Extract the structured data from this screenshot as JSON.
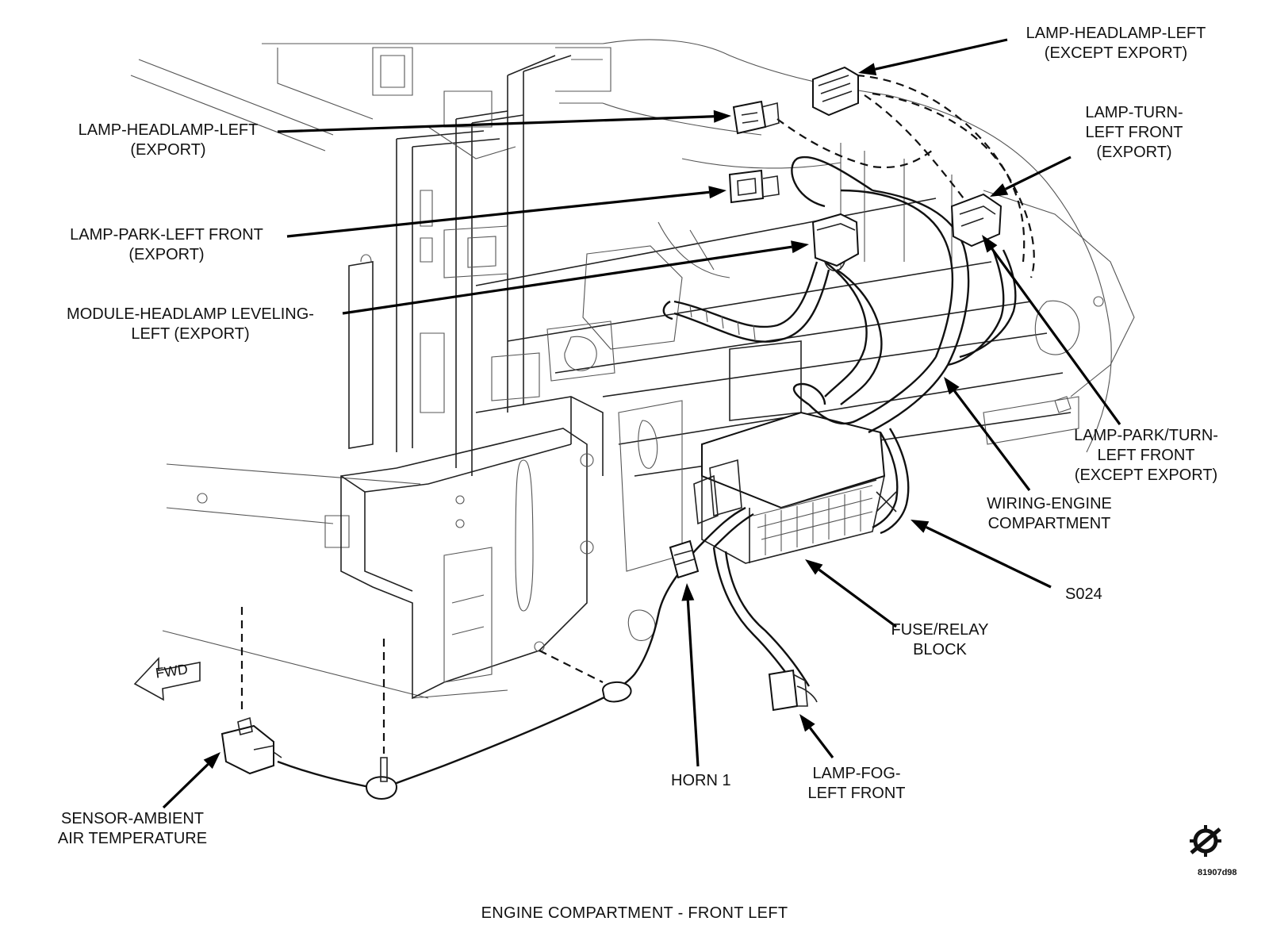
{
  "diagram": {
    "caption": "ENGINE COMPARTMENT - FRONT LEFT",
    "reference_code": "81907d98",
    "direction_marker": "FWD",
    "icons": [
      "chassis-symbol-icon",
      "forward-arrow-icon"
    ],
    "labels": {
      "headlamp_left_except_export": [
        "LAMP-HEADLAMP-LEFT",
        "(EXCEPT EXPORT)"
      ],
      "headlamp_left_export": [
        "LAMP-HEADLAMP-LEFT",
        "(EXPORT)"
      ],
      "turn_left_front_export": [
        "LAMP-TURN-",
        "LEFT FRONT",
        "(EXPORT)"
      ],
      "park_left_front_export": [
        "LAMP-PARK-LEFT FRONT",
        "(EXPORT)"
      ],
      "module_headlamp_leveling": [
        "MODULE-HEADLAMP LEVELING-",
        "LEFT (EXPORT)"
      ],
      "park_turn_left_front": [
        "LAMP-PARK/TURN-",
        "LEFT FRONT",
        "(EXCEPT EXPORT)"
      ],
      "wiring_engine_compartment": [
        "WIRING-ENGINE",
        "COMPARTMENT"
      ],
      "s024": [
        "S024"
      ],
      "fuse_relay_block": [
        "FUSE/RELAY",
        "BLOCK"
      ],
      "horn_1": [
        "HORN 1"
      ],
      "fog_left_front": [
        "LAMP-FOG-",
        "LEFT FRONT"
      ],
      "sensor_ambient_air_temp": [
        "SENSOR-AMBIENT",
        "AIR TEMPERATURE"
      ]
    }
  }
}
